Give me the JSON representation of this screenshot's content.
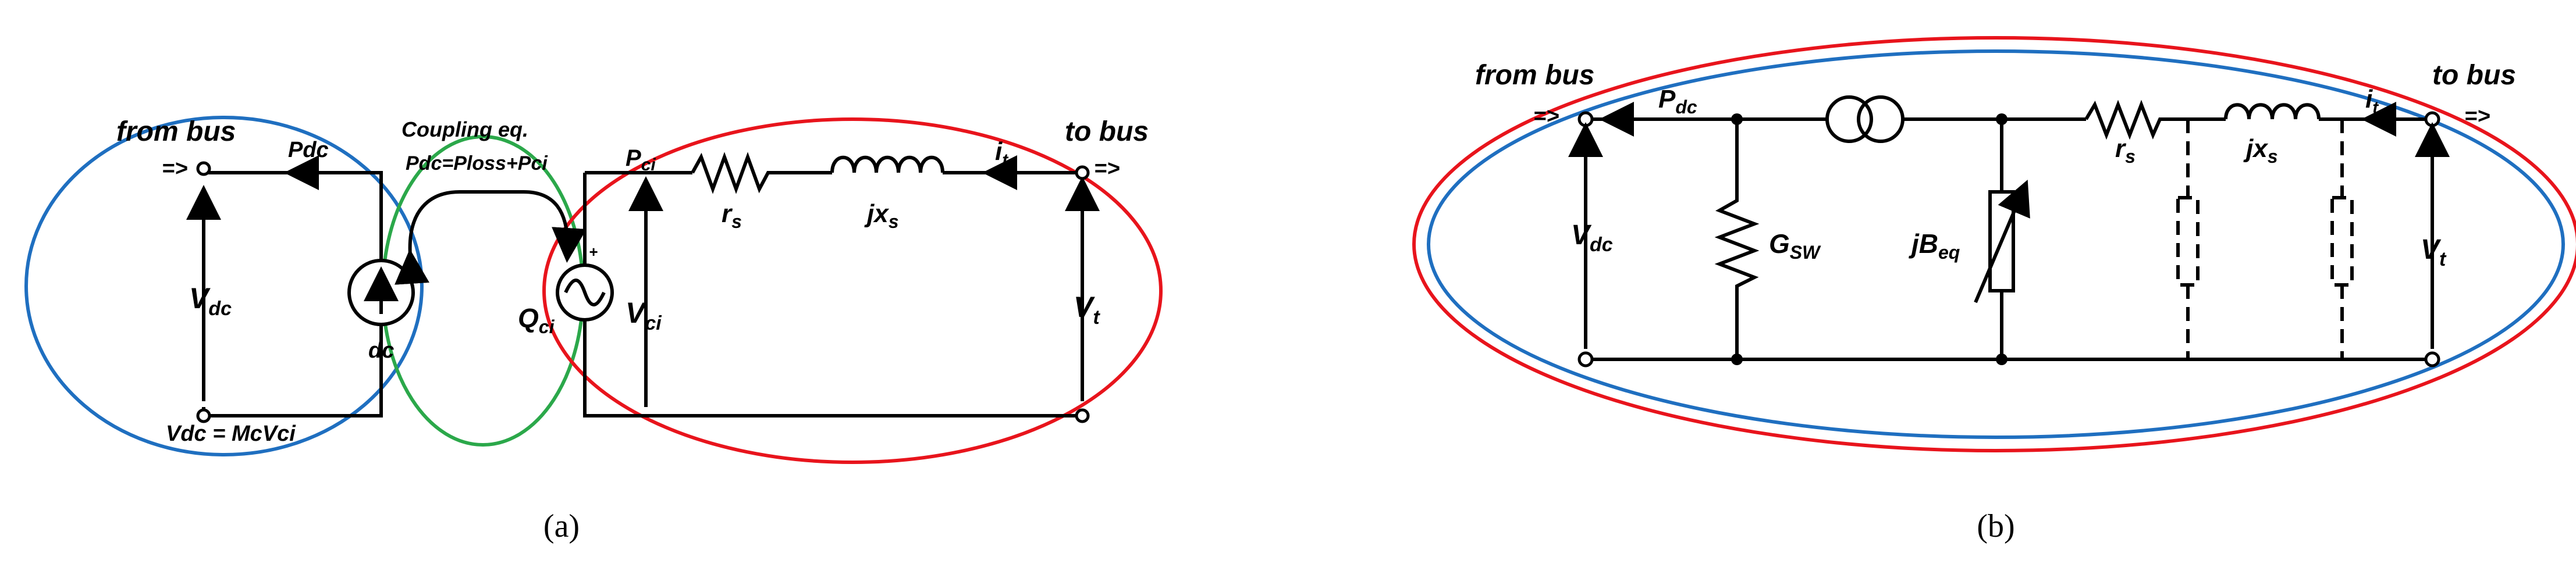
{
  "panel_a": {
    "caption": "(a)",
    "from_bus": "from bus",
    "to_bus": "to bus",
    "arrow_left": "=>",
    "arrow_right": "=>",
    "coupling_title": "Coupling eq.",
    "coupling_eq": "Pdc=Ploss+Pci",
    "pdc": "Pdc",
    "vdc_base": "V",
    "vdc_sub": "dc",
    "vdc_eq": "Vdc = McVci",
    "idc_label": "dc",
    "qci_base": "Q",
    "qci_sub": "ci",
    "vci_base": "V",
    "vci_sub": "ci",
    "pci_base": "P",
    "pci_sub": "ci",
    "rs_base": "r",
    "rs_sub": "s",
    "jxs_base": "jx",
    "jxs_sub": "s",
    "it_base": "i",
    "it_sub": "t",
    "vt_base": "V",
    "vt_sub": "t",
    "plus_sign": "+",
    "colors": {
      "dc_ellipse": "#1f6fc0",
      "coupling_ellipse": "#2ba84a",
      "ac_ellipse": "#e8141c"
    }
  },
  "panel_b": {
    "caption": "(b)",
    "from_bus": "from bus",
    "to_bus": "to bus",
    "arrow_left": "=>",
    "arrow_right": "=>",
    "pdc_base": "P",
    "pdc_sub": "dc",
    "vdc_base": "V",
    "vdc_sub": "dc",
    "gsw_base": "G",
    "gsw_sub": "SW",
    "jbeq_base": "jB",
    "jbeq_sub": "eq",
    "rs_base": "r",
    "rs_sub": "s",
    "jxs_base": "jx",
    "jxs_sub": "s",
    "it_base": "i",
    "it_sub": "t",
    "vt_base": "V",
    "vt_sub": "t",
    "colors": {
      "outer_ellipse": "#e8141c",
      "inner_ellipse": "#1f6fc0"
    }
  }
}
